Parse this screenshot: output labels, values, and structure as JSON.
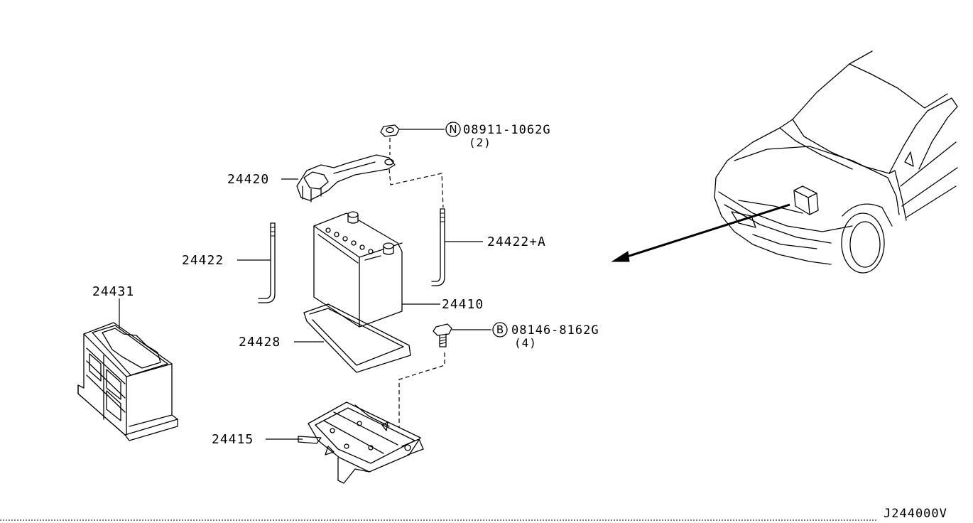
{
  "parts": {
    "p24420": "24420",
    "p24422": "24422",
    "p24422a": "24422+A",
    "p24410": "24410",
    "p24428": "24428",
    "p24431": "24431",
    "p24415": "24415"
  },
  "fasteners": {
    "nut": {
      "symbol": "N",
      "part_no": "08911-1062G",
      "qty": "(2)"
    },
    "bolt": {
      "symbol": "B",
      "part_no": "08146-8162G",
      "qty": "(4)"
    }
  },
  "diagram_code": "J244000V"
}
